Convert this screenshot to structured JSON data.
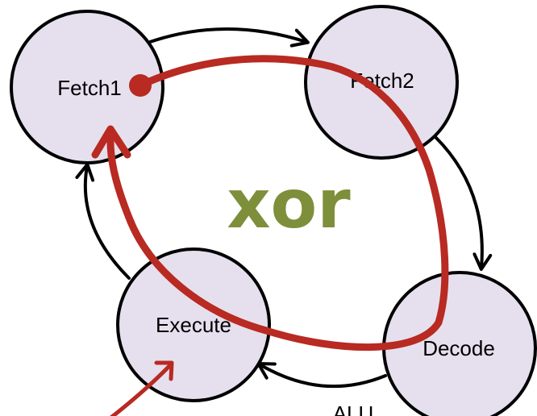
{
  "diagram": {
    "states": {
      "fetch1": "Fetch1",
      "fetch2": "Fetch2",
      "execute": "Execute",
      "decode": "Decode"
    },
    "instruction": "xor",
    "edge_label": "ALU",
    "colors": {
      "state_fill": "#e6e0ee",
      "highlight_path": "#b82a22",
      "instruction_text": "#7d8f3a"
    }
  }
}
